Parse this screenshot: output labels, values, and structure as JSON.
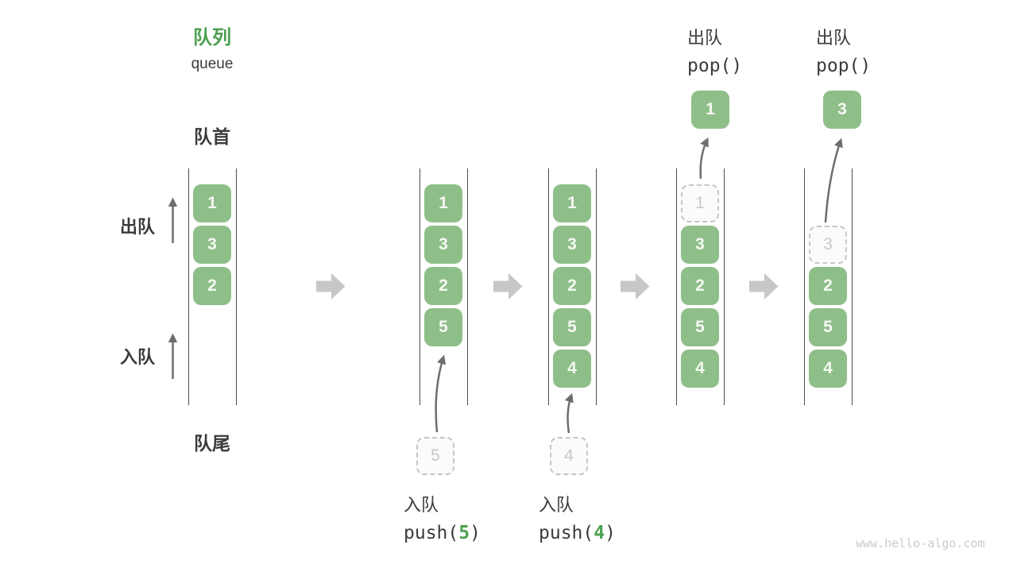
{
  "title": {
    "zh": "队列",
    "en": "queue"
  },
  "labels": {
    "front": "队首",
    "rear": "队尾",
    "dequeue": "出队",
    "enqueue": "入队"
  },
  "watermark": "www.hello-algo.com",
  "colors": {
    "accent_green": "#4ca04e",
    "box_green": "#8fbf89",
    "box_text": "#f6f9f4",
    "ghost_border": "#c5c5c5",
    "ghost_fill": "#fbfbfb",
    "ghost_text": "#c8c8c8",
    "rail_line": "#4e4e4e",
    "block_arrow": "#c7c7c7",
    "thin_arrow": "#6e6e6e",
    "dark_text": "#3b3b3b",
    "watermark": "#cbcbcb",
    "background": "#ffffff"
  },
  "states": [
    {
      "cells": [
        {
          "value": "1"
        },
        {
          "value": "3"
        },
        {
          "value": "2"
        }
      ]
    },
    {
      "cells": [
        {
          "value": "1"
        },
        {
          "value": "3"
        },
        {
          "value": "2"
        },
        {
          "value": "5"
        }
      ],
      "staged_value": "5",
      "op": {
        "label": "入队",
        "fn_prefix": "push(",
        "arg": "5",
        "fn_suffix": ")"
      }
    },
    {
      "cells": [
        {
          "value": "1"
        },
        {
          "value": "3"
        },
        {
          "value": "2"
        },
        {
          "value": "5"
        },
        {
          "value": "4"
        }
      ],
      "staged_value": "4",
      "op": {
        "label": "入队",
        "fn_prefix": "push(",
        "arg": "4",
        "fn_suffix": ")"
      }
    },
    {
      "cells": [
        {
          "value": "1"
        },
        {
          "value": "3"
        },
        {
          "value": "2"
        },
        {
          "value": "5"
        },
        {
          "value": "4"
        }
      ],
      "popped_value": "1",
      "op": {
        "label": "出队",
        "fn": "pop()"
      }
    },
    {
      "cells": [
        {
          "value": "3"
        },
        {
          "value": "2"
        },
        {
          "value": "5"
        },
        {
          "value": "4"
        }
      ],
      "popped_value": "3",
      "op": {
        "label": "出队",
        "fn": "pop()"
      }
    }
  ]
}
